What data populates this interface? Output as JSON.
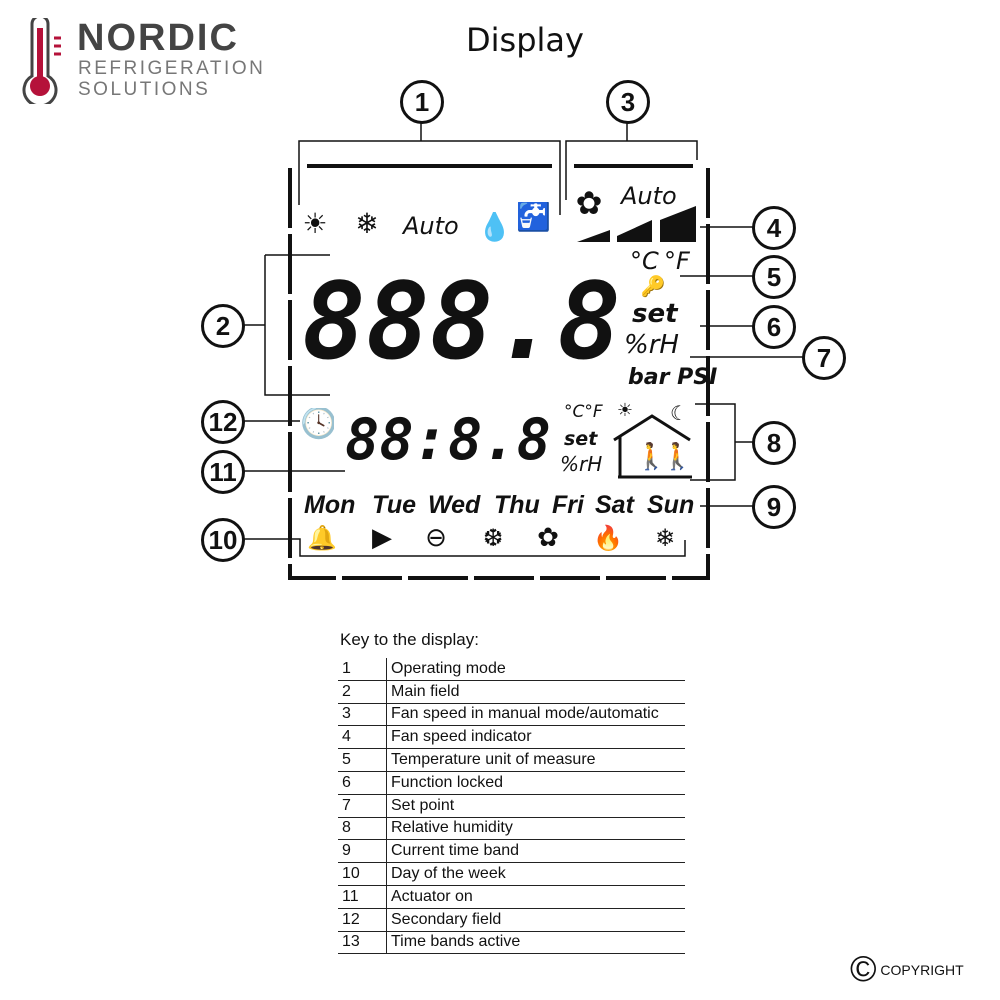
{
  "logo": {
    "name": "NORDIC",
    "line2": "REFRIGERATION",
    "line3": "SOLUTIONS"
  },
  "title": "Display",
  "lcd": {
    "mode_auto": "Auto",
    "fan_auto": "Auto",
    "main_digits": "888.8",
    "secondary_digits": "88:8.8",
    "unit_c": "°C",
    "unit_f": "°F",
    "set": "set",
    "rh": "%rH",
    "bar_psi": "bar PSI",
    "sec_units": "°C°F",
    "sec_set": "set",
    "sec_rh": "%rH",
    "days": [
      "Mon",
      "Tue",
      "Wed",
      "Thu",
      "Fri",
      "Sat",
      "Sun"
    ]
  },
  "callouts": [
    "1",
    "2",
    "3",
    "4",
    "5",
    "6",
    "7",
    "8",
    "9",
    "10",
    "11",
    "12"
  ],
  "key": {
    "heading": "Key to the display:",
    "rows": [
      {
        "n": "1",
        "d": "Operating mode"
      },
      {
        "n": "2",
        "d": "Main field"
      },
      {
        "n": "3",
        "d": "Fan speed in manual mode/automatic"
      },
      {
        "n": "4",
        "d": "Fan speed indicator"
      },
      {
        "n": "5",
        "d": "Temperature unit of measure"
      },
      {
        "n": "6",
        "d": "Function locked"
      },
      {
        "n": "7",
        "d": "Set point"
      },
      {
        "n": "8",
        "d": "Relative humidity"
      },
      {
        "n": "9",
        "d": "Current time band"
      },
      {
        "n": "10",
        "d": "Day of the week"
      },
      {
        "n": "11",
        "d": "Actuator on"
      },
      {
        "n": "12",
        "d": "Secondary field"
      },
      {
        "n": "13",
        "d": "Time bands active"
      }
    ]
  },
  "copyright": {
    "symbol": "©",
    "text": "COPYRIGHT"
  },
  "colors": {
    "logo_red": "#b5123a",
    "logo_gray": "#444444"
  }
}
